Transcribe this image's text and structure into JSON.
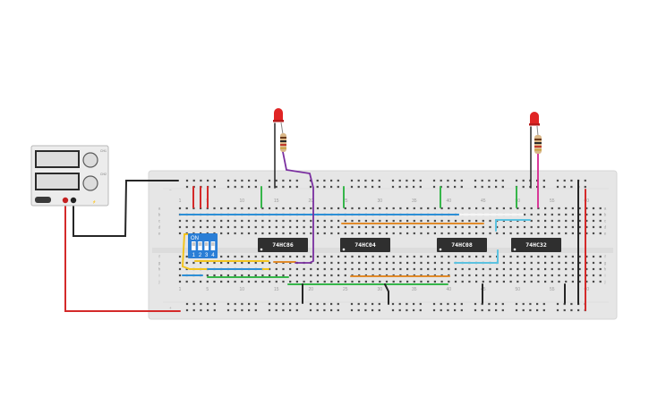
{
  "breadboard": {
    "column_numbers": [
      "1",
      "5",
      "10",
      "15",
      "20",
      "25",
      "30",
      "35",
      "40",
      "45",
      "50",
      "55",
      "60"
    ],
    "row_letters_top": [
      "a",
      "b",
      "c",
      "d",
      "e"
    ],
    "row_letters_bottom": [
      "f",
      "g",
      "h",
      "i",
      "j"
    ],
    "rail_minus": "−",
    "rail_plus": "+"
  },
  "chips": [
    {
      "id": "u1",
      "label": "74HC86"
    },
    {
      "id": "u2",
      "label": "74HC04"
    },
    {
      "id": "u3",
      "label": "74HC08"
    },
    {
      "id": "u4",
      "label": "74HC32"
    }
  ],
  "dip_switch": {
    "on_label": "ON",
    "switch_labels": [
      "1",
      "2",
      "3",
      "4"
    ]
  },
  "leds": [
    {
      "id": "led-1",
      "color": "#e02424"
    },
    {
      "id": "led-2",
      "color": "#e02424"
    }
  ],
  "power_supply": {
    "channel_labels": [
      "CH1",
      "CH2"
    ]
  },
  "colors": {
    "board": "#e6e6e6",
    "hole": "#4a4a4a",
    "wire_red": "#d42a2a",
    "wire_black": "#262626",
    "wire_blue": "#2d8fd6",
    "wire_yellow": "#f2c41e",
    "wire_green": "#36b64a",
    "wire_orange": "#e08a2a",
    "wire_cyan": "#5cc2e0",
    "wire_purple": "#7a2fa0",
    "wire_magenta": "#d6258f",
    "wire_white": "#f4f4f4",
    "chip": "#2f2f2f",
    "dip": "#2a7ed6"
  }
}
